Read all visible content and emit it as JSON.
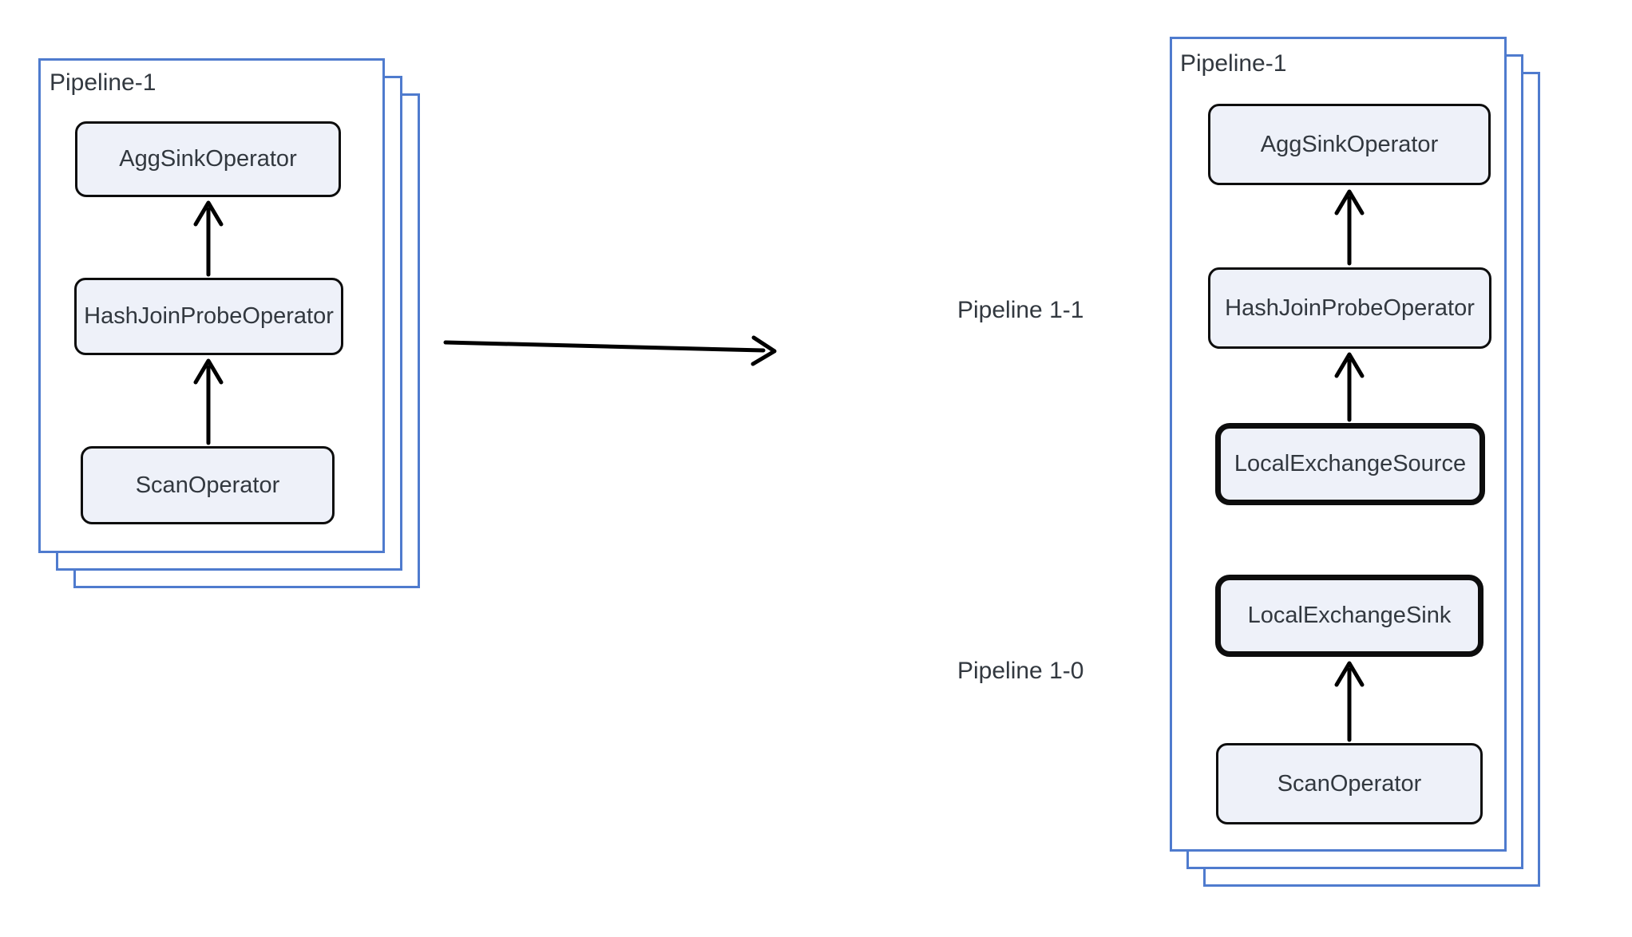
{
  "diagram": {
    "left_pipeline": {
      "title": "Pipeline-1",
      "operators": [
        {
          "label": "AggSinkOperator"
        },
        {
          "label": "HashJoinProbeOperator"
        },
        {
          "label": "ScanOperator"
        }
      ]
    },
    "right_pipeline": {
      "title": "Pipeline-1",
      "operators": [
        {
          "label": "AggSinkOperator"
        },
        {
          "label": "HashJoinProbeOperator"
        },
        {
          "label": "LocalExchangeSource",
          "emphasized": true
        },
        {
          "label": "LocalExchangeSink",
          "emphasized": true
        },
        {
          "label": "ScanOperator"
        }
      ]
    },
    "sub_pipeline_labels": [
      {
        "label": "Pipeline 1-1"
      },
      {
        "label": "Pipeline 1-0"
      }
    ],
    "colors": {
      "container_border": "#4f7bce",
      "operator_fill": "#eef1f9",
      "operator_border": "#0d0d0d",
      "text": "#32383f",
      "arrow": "#000000"
    }
  }
}
